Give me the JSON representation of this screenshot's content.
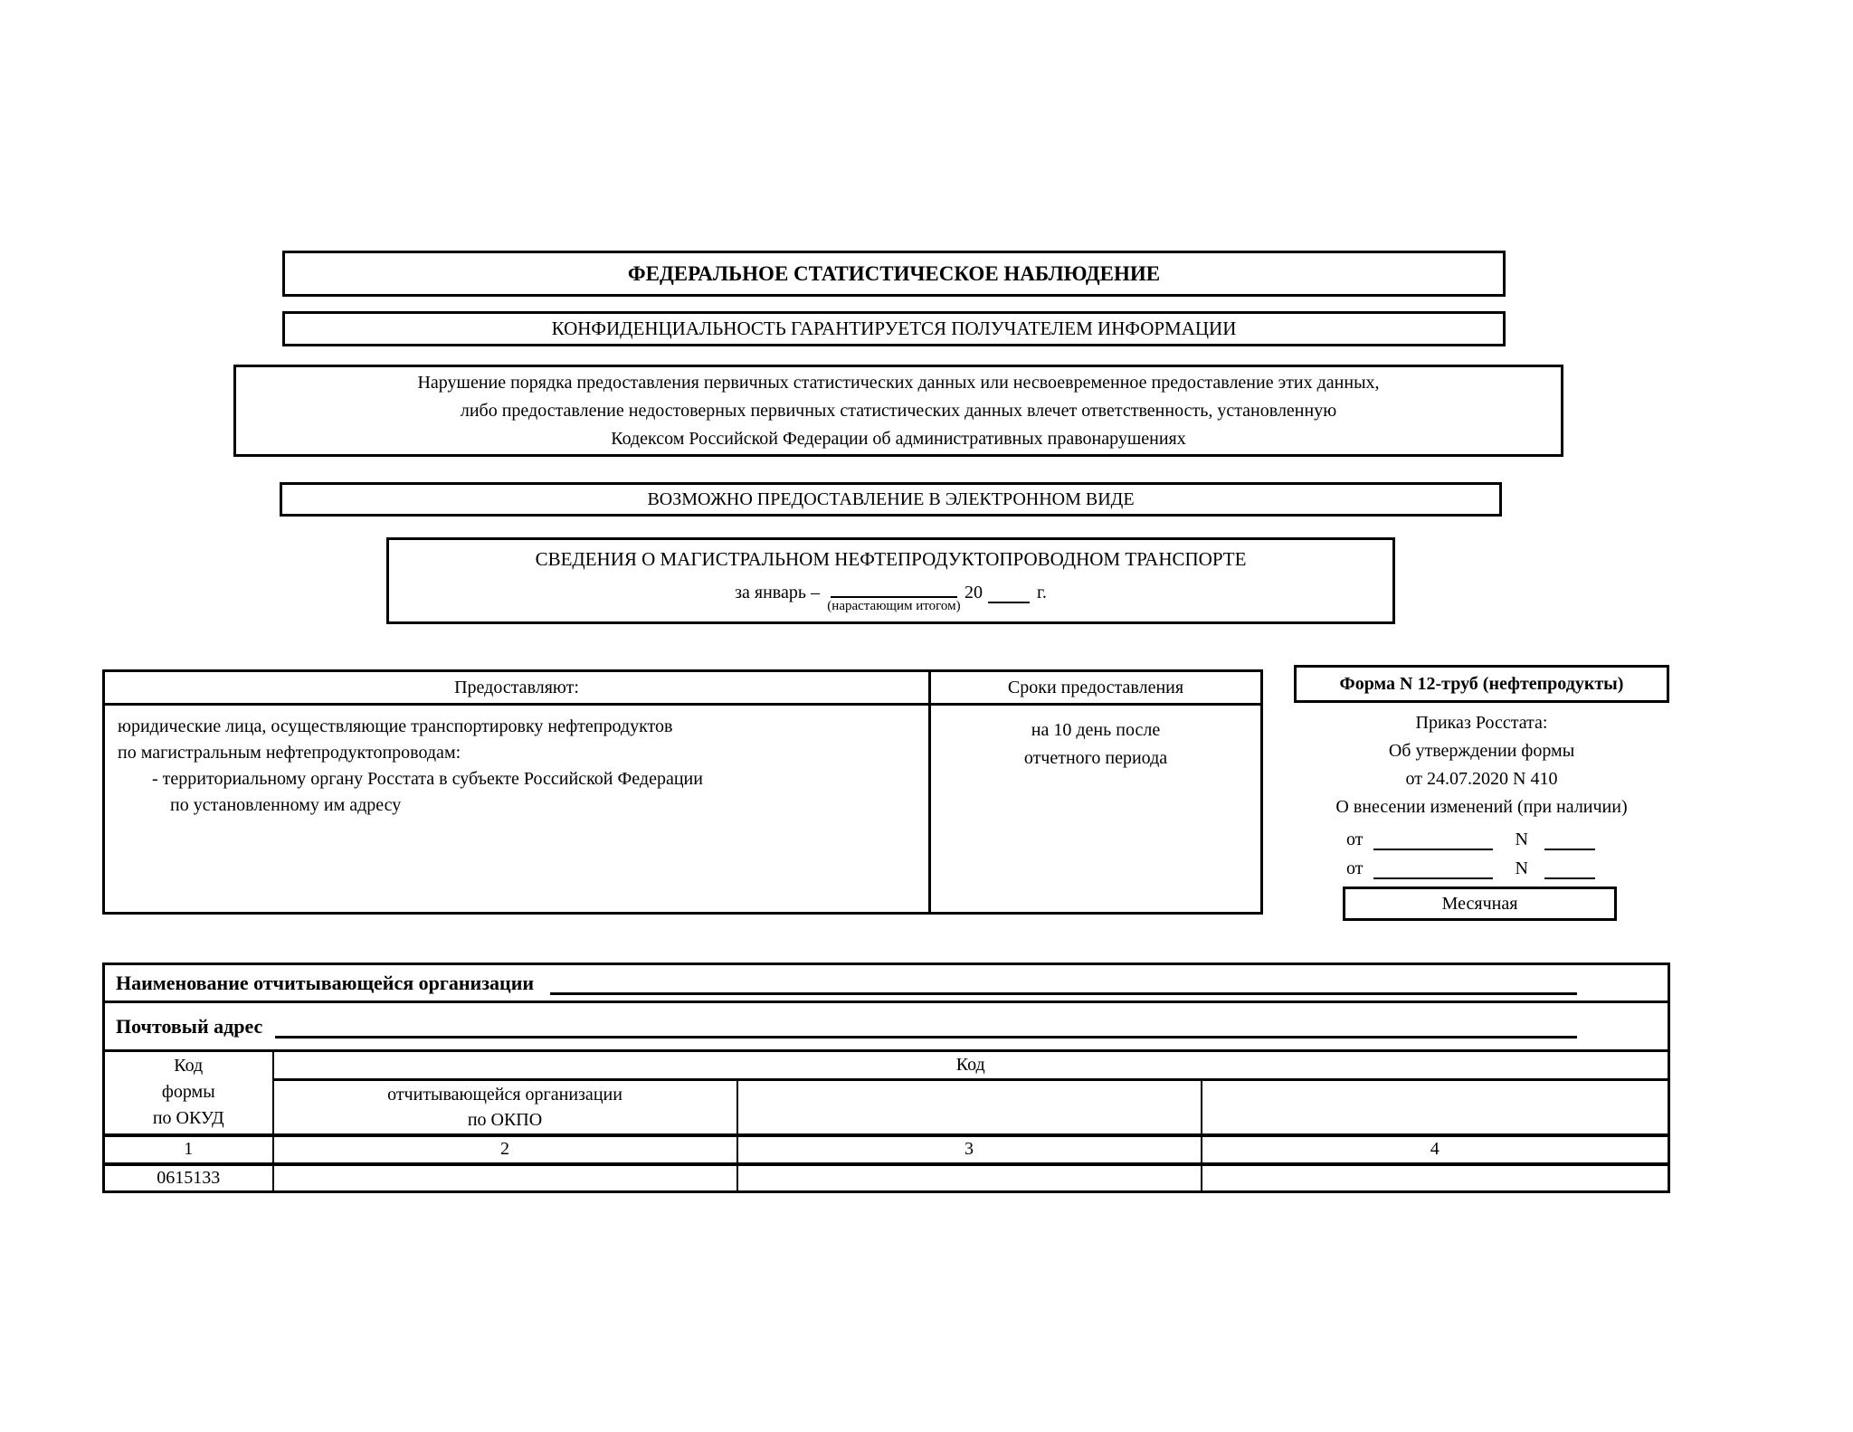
{
  "banners": {
    "federal": "ФЕДЕРАЛЬНОЕ СТАТИСТИЧЕСКОЕ НАБЛЮДЕНИЕ",
    "confidential": "КОНФИДЕНЦИАЛЬНОСТЬ ГАРАНТИРУЕТСЯ ПОЛУЧАТЕЛЕМ ИНФОРМАЦИИ",
    "violation_lines": [
      "Нарушение порядка предоставления первичных статистических данных или несвоевременное предоставление этих данных,",
      "либо предоставление недостоверных первичных статистических данных влечет ответственность, установленную",
      "Кодексом Российской Федерации об административных правонарушениях"
    ],
    "electronic": "ВОЗМОЖНО ПРЕДОСТАВЛЕНИЕ В ЭЛЕКТРОННОМ ВИДЕ"
  },
  "title_block": {
    "title": "СВЕДЕНИЯ О МАГИСТРАЛЬНОМ НЕФТЕПРОДУКТОПРОВОДНОМ ТРАНСПОРТЕ",
    "period_prefix": "за январь –",
    "year_prefix": "20",
    "year_suffix": "г.",
    "cumulative_note": "(нарастающим итогом)"
  },
  "providers_table": {
    "providers_header": "Предоставляют:",
    "deadline_header": "Сроки предоставления",
    "provider_lines": [
      "юридические лица, осуществляющие транспортировку нефтепродуктов",
      "по магистральным нефтепродуктопроводам:",
      "- территориальному органу Росстата в субъекте Российской Федерации",
      "по установленному им адресу"
    ],
    "deadline_lines": [
      "на 10 день после",
      "отчетного периода"
    ]
  },
  "form_info": {
    "form_name": "Форма N 12-труб (нефтепродукты)",
    "order_lines": [
      "Приказ Росстата:",
      "Об утверждении формы",
      "от 24.07.2020 N 410",
      "О внесении изменений (при наличии)"
    ],
    "from_label": "от",
    "number_label": "N",
    "periodicity": "Месячная"
  },
  "org_table": {
    "org_name_label": "Наименование отчитывающейся организации",
    "postal_label": "Почтовый адрес",
    "code_span_header": "Код",
    "okud_lines": [
      "Код",
      "формы",
      "по ОКУД"
    ],
    "okpo_lines": [
      "отчитывающейся организации",
      "по ОКПО"
    ],
    "column_numbers": [
      "1",
      "2",
      "3",
      "4"
    ],
    "okud_code": "0615133"
  }
}
